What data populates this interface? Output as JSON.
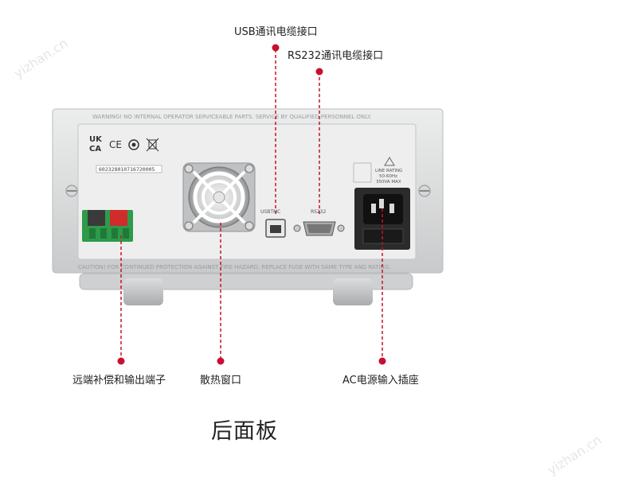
{
  "callouts": {
    "usb": "USB通讯电缆接口",
    "rs232": "RS232通讯电缆接口",
    "remote_terminal": "远端补偿和输出端子",
    "fan": "散热窗口",
    "ac_input": "AC电源输入插座"
  },
  "panel_title": "后面板",
  "panel_text": {
    "warning": "WARNING!  NO INTERNAL OPERATOR SERVICEABLE PARTS. SERVICE BY QUALIFIED PERSONNEL ONLY.",
    "caution": "CAUTION!  FOR CONTINUED PROTECTION AGAINST FIRE HAZARD, REPLACE FUSE WITH SAME TYPE AND RATING.",
    "ukca_top": "UK",
    "ukca_bottom": "CA",
    "ce": "CE",
    "serial": "602328010716720005",
    "usb_port_label": "USBTMC",
    "rs232_port_label": "RS232",
    "rating_line1": "LINE RATING",
    "rating_line2": "50-60Hz",
    "rating_line3": "350VA MAX"
  },
  "watermark": "yizhan.cn",
  "colors": {
    "accent_red": "#c8102e",
    "panel_gray": "#d9dadb",
    "terminal_green": "#2e9a4a"
  }
}
